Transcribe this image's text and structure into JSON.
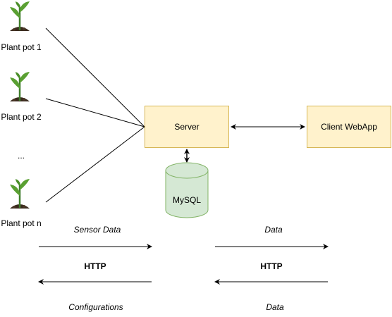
{
  "colors": {
    "box_fill": "#fff2cc",
    "box_stroke": "#d6b656",
    "db_fill": "#d5e8d4",
    "db_stroke": "#82b366",
    "plant_stem": "#3f7d2b",
    "plant_leaf": "#5aa032",
    "soil": "#3a2a1e"
  },
  "plant_pots": [
    {
      "label": "Plant pot 1",
      "icon": "sprout-icon"
    },
    {
      "label": "Plant pot 2",
      "icon": "sprout-icon"
    },
    {
      "label": "Plant pot n",
      "icon": "sprout-icon"
    }
  ],
  "ellipsis": "...",
  "server": {
    "label": "Server"
  },
  "client": {
    "label": "Client WebApp"
  },
  "database": {
    "label": "MySQL",
    "icon": "database-icon"
  },
  "left_protocol": {
    "top_label": "Sensor Data",
    "middle_label": "HTTP",
    "bottom_label": "Configurations"
  },
  "right_protocol": {
    "top_label": "Data",
    "middle_label": "HTTP",
    "bottom_label": "Data"
  }
}
